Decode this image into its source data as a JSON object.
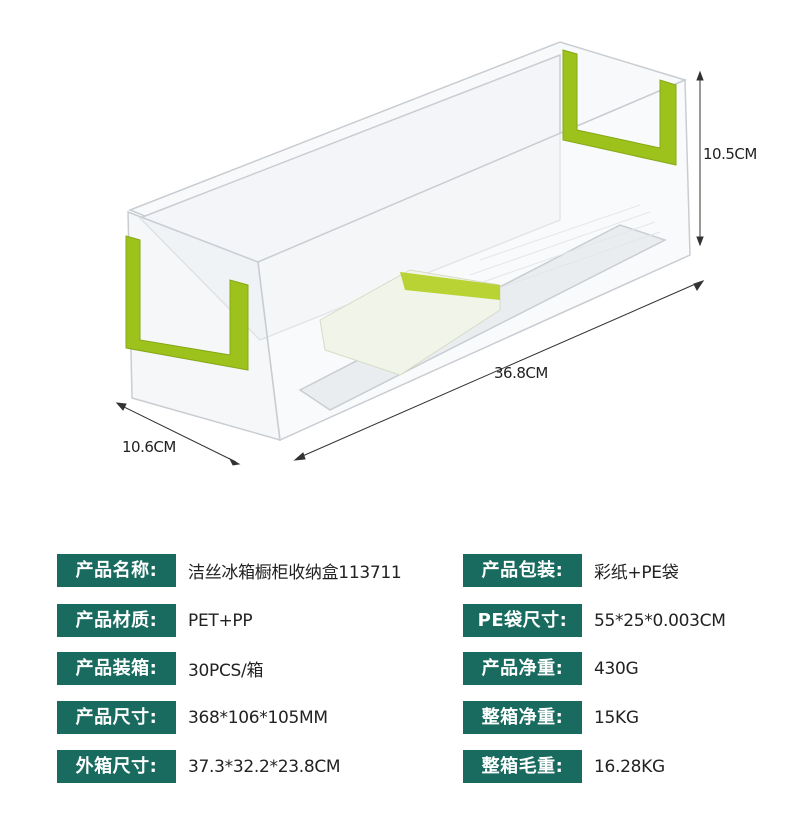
{
  "dimensions": {
    "height": "10.5CM",
    "length": "36.8CM",
    "width": "10.6CM"
  },
  "colors": {
    "label_bg": "#186b5e",
    "handle": "#9dc21c"
  },
  "specs_left": [
    {
      "label": "产品名称:",
      "value": "洁丝冰箱橱柜收纳盒113711"
    },
    {
      "label": "产品材质:",
      "value": "PET+PP"
    },
    {
      "label": "产品装箱:",
      "value": "30PCS/箱"
    },
    {
      "label": "产品尺寸:",
      "value": "368*106*105MM"
    },
    {
      "label": "外箱尺寸:",
      "value": "37.3*32.2*23.8CM"
    }
  ],
  "specs_right": [
    {
      "label": "产品包装:",
      "value": "彩纸+PE袋"
    },
    {
      "label": "PE袋尺寸:",
      "value": "55*25*0.003CM"
    },
    {
      "label": "产品净重:",
      "value": "430G"
    },
    {
      "label": "整箱净重:",
      "value": "15KG"
    },
    {
      "label": "整箱毛重:",
      "value": "16.28KG"
    }
  ]
}
